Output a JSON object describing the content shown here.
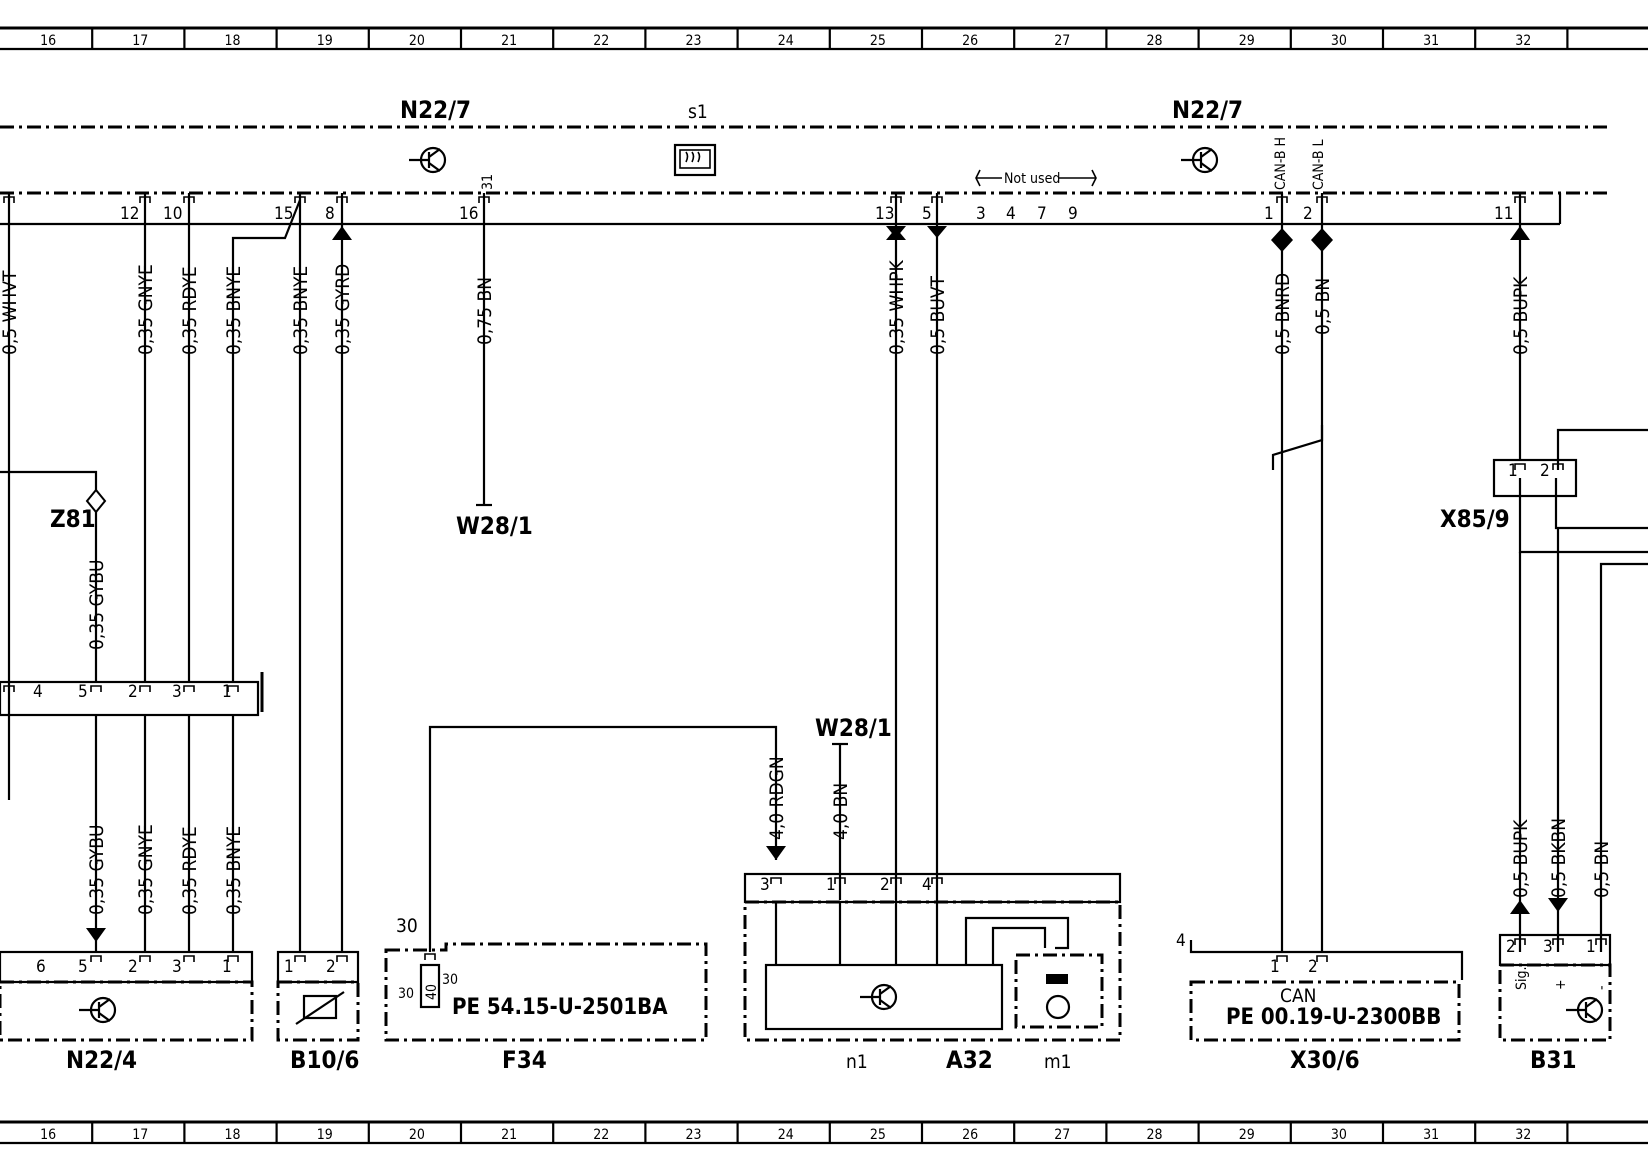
{
  "ruler": [
    "16",
    "17",
    "18",
    "19",
    "20",
    "21",
    "22",
    "23",
    "24",
    "25",
    "26",
    "27",
    "28",
    "29",
    "30",
    "31",
    "32"
  ],
  "top_labels": {
    "n22_7_left": "N22/7",
    "s1": "s1",
    "n22_7_right": "N22/7"
  },
  "not_used": "Not used",
  "can_labels": {
    "h": "CAN-B H",
    "l": "CAN-B L"
  },
  "top_pins": {
    "p12": "12",
    "p10": "10",
    "p15": "15",
    "p8": "8",
    "p31": "31",
    "p16": "16",
    "p13": "13",
    "p5": "5",
    "p3": "3",
    "p4": "4",
    "p7": "7",
    "p9": "9",
    "p1": "1",
    "p2": "2",
    "p11": "11"
  },
  "wires": {
    "whvt": "0,5  WHVT",
    "gnye": "0,35  GNYE",
    "rdye": "0,35  RDYE",
    "bnye": "0,35  BNYE",
    "bnye2": "0,35  BNYE",
    "gyrd": "0,35  GYRD",
    "bn075": "0,75  BN",
    "whpk": "0,35  WHPK",
    "buvt": "0,5  BUVT",
    "bnrd": "0,5  BNRD",
    "bn05": "0,5  BN",
    "bupk": "0,5  BUPK",
    "gybu": "0,35  GYBU",
    "gybu2": "0,35  GYBU",
    "gnye2": "0,35  GNYE",
    "rdye2": "0,35  RDYE",
    "bnye3": "0,35  BNYE",
    "rdgn": "4,0  RDGN",
    "bn40": "4,0  BN",
    "bupk2": "0,5  BUPK",
    "bkbn": "0,5  BKBN",
    "bn05b": "0,5  BN"
  },
  "mid_labels": {
    "z81": "Z81",
    "w28_1_top": "W28/1",
    "x85_9": "X85/9",
    "w28_1_mid": "W28/1"
  },
  "conn_pins": {
    "z4": "4",
    "z5": "5",
    "z2": "2",
    "z3": "3",
    "z1": "1",
    "x1": "1",
    "x2": "2"
  },
  "bottom_pins": {
    "n6": "6",
    "n5": "5",
    "n2": "2",
    "n3": "3",
    "n1": "1",
    "b1": "1",
    "b2": "2",
    "f30a": "30",
    "f30b": "30",
    "f30c": "30",
    "f40": "40",
    "a3": "3",
    "a1": "1",
    "a2": "2",
    "a4": "4",
    "x4": "4",
    "xc1": "1",
    "xc2": "2",
    "s2": "2",
    "s3": "3",
    "s1p": "1"
  },
  "component_labels": {
    "n22_4": "N22/4",
    "b10_6": "B10/6",
    "f34": "F34",
    "n1": "n1",
    "a32": "A32",
    "m1": "m1",
    "x30_6": "X30/6",
    "b31": "B31"
  },
  "refs": {
    "f34_ref": "PE  54.15-U-2501BA",
    "x30_ref": "PE  00.19-U-2300BB"
  },
  "can_text": "CAN",
  "b31_text": {
    "sig": "Sig.",
    "plus": "+",
    "minus": "-"
  }
}
